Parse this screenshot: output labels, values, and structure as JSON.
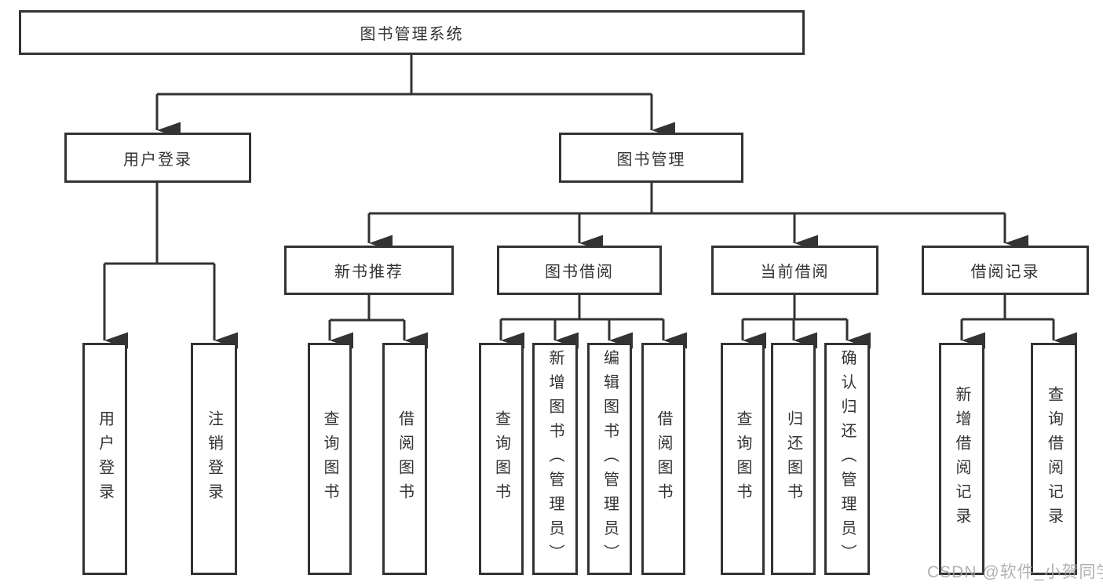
{
  "diagram": {
    "tree": {
      "root": {
        "label": "图书管理系统",
        "children": [
          {
            "label": "用户登录",
            "children": [
              {
                "label": "用户登录"
              },
              {
                "label": "注销登录"
              }
            ]
          },
          {
            "label": "图书管理",
            "children": [
              {
                "label": "新书推荐",
                "children": [
                  {
                    "label": "查询图书"
                  },
                  {
                    "label": "借阅图书"
                  }
                ]
              },
              {
                "label": "图书借阅",
                "children": [
                  {
                    "label": "查询图书"
                  },
                  {
                    "label": "新增图书（管理员）"
                  },
                  {
                    "label": "编辑图书（管理员）"
                  },
                  {
                    "label": "借阅图书"
                  }
                ]
              },
              {
                "label": "当前借阅",
                "children": [
                  {
                    "label": "查询图书"
                  },
                  {
                    "label": "归还图书"
                  },
                  {
                    "label": "确认归还（管理员）"
                  }
                ]
              },
              {
                "label": "借阅记录",
                "children": [
                  {
                    "label": "新增借阅记录"
                  },
                  {
                    "label": "查询借阅记录"
                  }
                ]
              }
            ]
          }
        ]
      }
    },
    "colors": {
      "line": "#333333",
      "text": "#333333",
      "box_background": "#ffffff",
      "watermark": "#a4a4a4"
    },
    "watermark": "CSDN @软件_小贺同学"
  }
}
